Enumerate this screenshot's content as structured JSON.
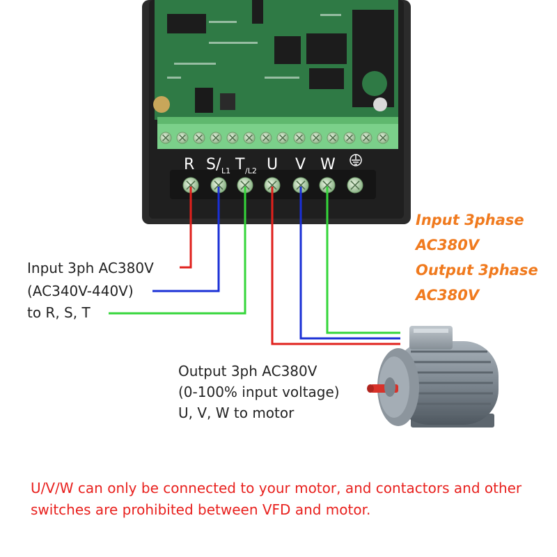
{
  "terminals": {
    "r": "R",
    "s": "S/",
    "s_sub": "L1",
    "t": "T",
    "t_sub": "/L2",
    "u": "U",
    "v": "V",
    "w": "W"
  },
  "spec": {
    "line1": "Input 3phase",
    "line2": "AC380V",
    "line3": "Output 3phase",
    "line4": "AC380V"
  },
  "input_note": {
    "line1": "Input 3ph AC380V",
    "line2": "(AC340V-440V)",
    "line3": "to R,  S,  T"
  },
  "output_note": {
    "line1": "Output 3ph AC380V",
    "line2": "(0-100% input voltage)",
    "line3": "U, V, W to motor"
  },
  "warning": "U/V/W can only be connected to your motor, and contactors and other switches are prohibited between VFD and motor.",
  "colors": {
    "wire_red": "#e0201c",
    "wire_blue": "#1a2fd6",
    "wire_green": "#34d63a",
    "accent_orange": "#f07a1e",
    "warning_red": "#e8201d"
  }
}
